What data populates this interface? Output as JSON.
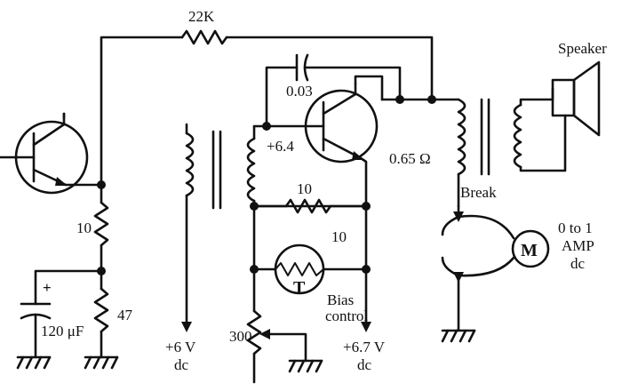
{
  "labels": {
    "r_feedback": "22K",
    "c_feedback": "0.03",
    "speaker": "Speaker",
    "v_collector": "+6.4",
    "primary_res": "0.65 Ω",
    "r_bias": "10",
    "r_thermistor": "10",
    "r_emitter": "10",
    "r_divider": "47",
    "cap_polarity": "+",
    "cap_value": "120 μF",
    "supply_left": "+6 V",
    "supply_left_unit": "dc",
    "supply_mid": "+6.7 V",
    "supply_mid_unit": "dc",
    "pot": "300",
    "bias_1": "Bias",
    "bias_2": "control",
    "break": "Break",
    "meter_letter": "M",
    "meter_1": "0 to 1",
    "meter_2": "AMP",
    "meter_3": "dc",
    "thermistor_letter": "T"
  }
}
